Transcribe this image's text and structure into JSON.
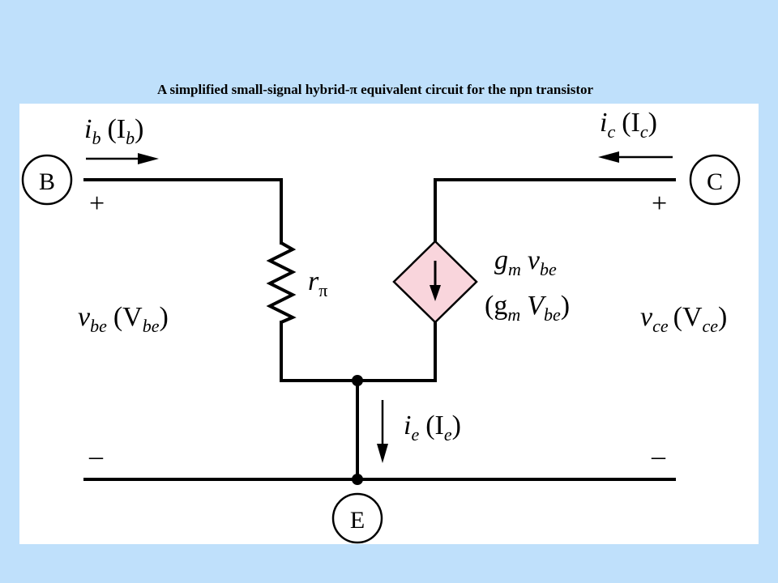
{
  "title": "A simplified small-signal hybrid-π equivalent circuit for the npn transistor",
  "terminals": {
    "base": "B",
    "collector": "C",
    "emitter": "E"
  },
  "labels": {
    "ib_main": "i",
    "ib_sub": "b",
    "ib_paren": "(I",
    "ib_paren_sub": "b",
    "ib_close": ")",
    "ic_main": "i",
    "ic_sub": "c",
    "ic_paren": "(I",
    "ic_paren_sub": "c",
    "ic_close": ")",
    "ie_main": "i",
    "ie_sub": "e",
    "ie_paren": "(I",
    "ie_paren_sub": "e",
    "ie_close": ")",
    "r_main": "r",
    "r_sub": "π",
    "g1_main": "g",
    "g1_sub": "m",
    "g1_v": "v",
    "g1_vsub": "be",
    "g2_open": "(g",
    "g2_sub": "m",
    "g2_V": "V",
    "g2_Vsub": "be",
    "g2_close": ")",
    "vbe_main": "v",
    "vbe_sub": "be",
    "vbe_open": "(V",
    "vbe_psub": "be",
    "vbe_close": ")",
    "vce_main": "v",
    "vce_sub": "ce",
    "vce_open": "(V",
    "vce_psub": "ce",
    "vce_close": ")",
    "plus": "+",
    "minus": "–"
  },
  "colors": {
    "background": "#bfe0fb",
    "source_fill": "#f9d5dc",
    "wire": "#000000"
  }
}
